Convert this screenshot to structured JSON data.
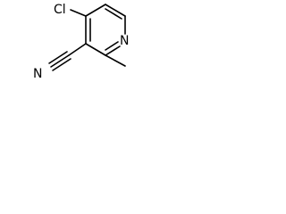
{
  "molecule": {
    "atoms": {
      "chlorine": "Cl",
      "nitrogen_ring": "N",
      "nitrogen_nitrile": "N"
    },
    "colors": {
      "bond": "#000000",
      "label": "#000000",
      "background": "#ffffff"
    }
  }
}
